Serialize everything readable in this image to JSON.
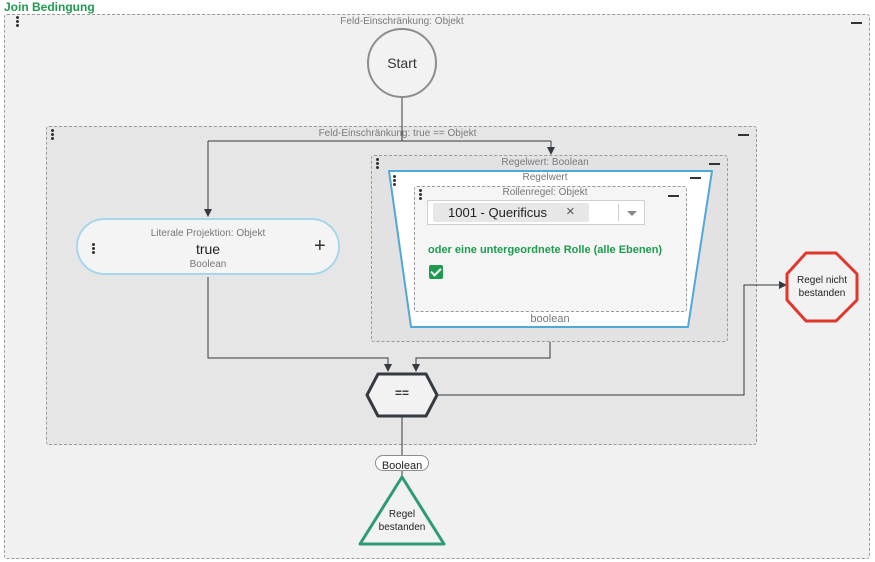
{
  "root": {
    "title": "Join Bedingung",
    "subtitle": "Feld-Einschränkung: Objekt"
  },
  "start_node": {
    "label": "Start"
  },
  "inner_frame": {
    "title": "Feld-Einschränkung: true == Objekt"
  },
  "literal_node": {
    "title": "Literale Projektion: Objekt",
    "value": "true",
    "type": "Boolean",
    "add_symbol": "+"
  },
  "regelwert_frame": {
    "title": "Regelwert: Boolean"
  },
  "regelwert_box": {
    "title": "Regelwert",
    "footer": "boolean"
  },
  "rollenregel": {
    "title": "Rollenregel: Objekt",
    "selected_chip": "1001 - Querificus",
    "chip_remove": "×",
    "option_label": "oder eine untergeordnete Rolle (alle Ebenen)",
    "option_checked": true
  },
  "operator_node": {
    "label": "=="
  },
  "result_type": {
    "label": "Boolean"
  },
  "fail_node": {
    "label_line1": "Regel nicht",
    "label_line2": "bestanden"
  },
  "pass_node": {
    "label_line1": "Regel",
    "label_line2": "bestanden"
  },
  "colors": {
    "title_green": "#1e9b4f",
    "pass_green": "#2e9b78",
    "fail_red": "#e0362c",
    "accent_blue": "#4fa8d8",
    "literal_border": "#a8d6ec",
    "dark": "#343a40"
  }
}
